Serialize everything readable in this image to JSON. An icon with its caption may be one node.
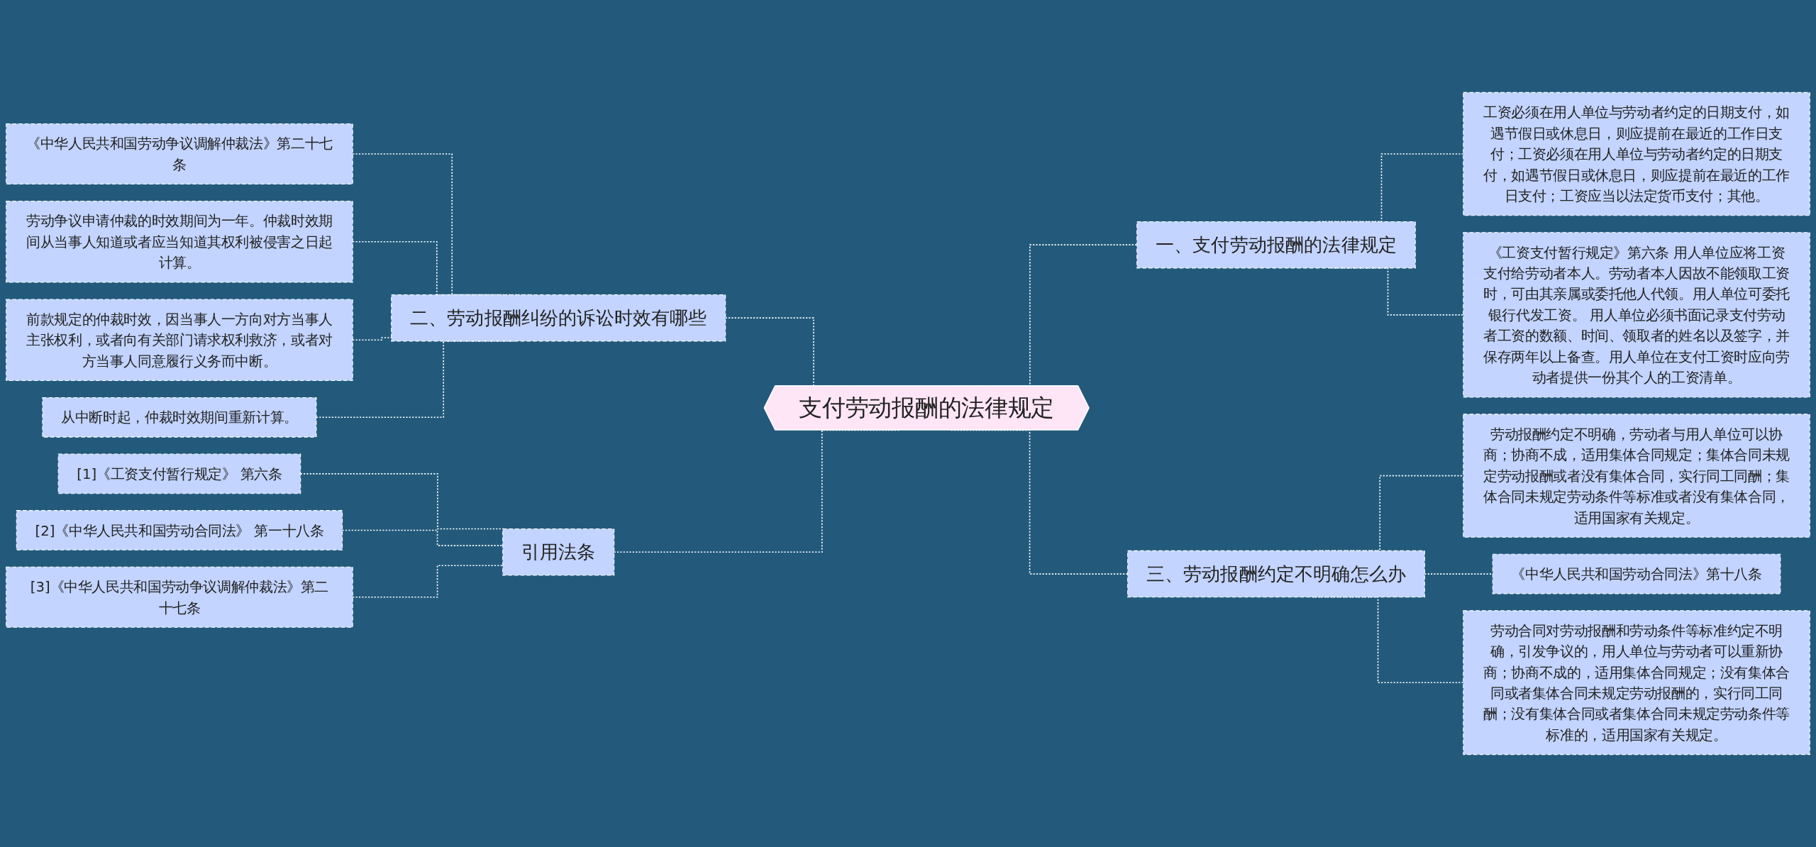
{
  "diagram": {
    "nodes": [
      {
        "text": [
          "支付劳动报酬的法律规定"
        ]
      },
      {
        "text": [
          "一、支付劳动报酬的法律规定"
        ]
      },
      {
        "text": [
          "工资必须在用人单位与劳动者约定的日期支付，如遇节假日或休息日，则应提前在最近的工作日支付；工资必须在用人单位与劳动者约定的日期支付，如遇节假日或休息日，则应提前在最近的工作日支付；工资应当以法定货币支付；其他。"
        ]
      },
      {
        "text": [
          "《工资支付暂行规定》第六条 用人单位应将工资支付给劳动者本人。劳动者本人因故不能领取工资时，可由其亲属或委托他人代领。用人单位可委托银行代发工资。 用人单位必须书面记录支付劳动者工资的数额、时间、领取者的姓名以及签字，并保存两年以上备查。用人单位在支付工资时应向劳动者提供一份其个人的工资清单。"
        ]
      },
      {
        "text": [
          "三、劳动报酬约定不明确怎么办"
        ]
      },
      {
        "text": [
          "劳动报酬约定不明确，劳动者与用人单位可以协商；协商不成，适用集体合同规定；集体合同未规定劳动报酬或者没有集体合同，实行同工同酬；集体合同未规定劳动条件等标准或者没有集体合同，适用国家有关规定。"
        ]
      },
      {
        "text": [
          "《中华人民共和国劳动合同法》第十八条"
        ]
      },
      {
        "text": [
          "劳动合同对劳动报酬和劳动条件等标准约定不明确，引发争议的，用人单位与劳动者可以重新协商；协商不成的，适用集体合同规定；没有集体合同或者集体合同未规定劳动报酬的，实行同工同酬；没有集体合同或者集体合同未规定劳动条件等标准的，适用国家有关规定。"
        ]
      },
      {
        "text": [
          "二、劳动报酬纠纷的诉讼时效有哪些"
        ]
      },
      {
        "text": [
          "《中华人民共和国劳动争议调解仲裁法》第二十七条"
        ]
      },
      {
        "text": [
          "劳动争议申请仲裁的时效期间为一年。仲裁时效期间从当事人知道或者应当知道其权利被侵害之日起计算。"
        ]
      },
      {
        "text": [
          "前款规定的仲裁时效，因当事人一方向对方当事人主张权利，或者向有关部门请求权利救济，或者对方当事人同意履行义务而中断。"
        ]
      },
      {
        "text": [
          "从中断时起，仲裁时效期间重新计算。"
        ]
      },
      {
        "text": [
          "引用法条"
        ]
      },
      {
        "text": [
          "[1]《工资支付暂行规定》 第六条"
        ]
      },
      {
        "text": [
          "[2]《中华人民共和国劳动合同法》 第一十八条"
        ]
      },
      {
        "text": [
          "[3]《中华人民共和国劳动争议调解仲裁法》第二十七条"
        ]
      }
    ],
    "edges": [
      {
        "from": 0,
        "to": 1,
        "arrow": "none",
        "style": "dashed"
      },
      {
        "from": 1,
        "to": 2,
        "arrow": "none",
        "style": "dashed"
      },
      {
        "from": 1,
        "to": 3,
        "arrow": "none",
        "style": "dashed"
      },
      {
        "from": 0,
        "to": 4,
        "arrow": "none",
        "style": "dashed"
      },
      {
        "from": 4,
        "to": 5,
        "arrow": "none",
        "style": "dashed"
      },
      {
        "from": 4,
        "to": 6,
        "arrow": "none",
        "style": "dashed"
      },
      {
        "from": 4,
        "to": 7,
        "arrow": "none",
        "style": "dashed"
      },
      {
        "from": 9,
        "to": 8,
        "arrow": "none",
        "style": "dashed"
      },
      {
        "from": 10,
        "to": 8,
        "arrow": "none",
        "style": "dashed"
      },
      {
        "from": 11,
        "to": 8,
        "arrow": "none",
        "style": "dashed"
      },
      {
        "from": 12,
        "to": 8,
        "arrow": "none",
        "style": "dashed"
      },
      {
        "from": 8,
        "to": 0,
        "arrow": "none",
        "style": "dashed"
      },
      {
        "from": 14,
        "to": 13,
        "arrow": "none",
        "style": "dashed"
      },
      {
        "from": 15,
        "to": 13,
        "arrow": "none",
        "style": "dashed"
      },
      {
        "from": 16,
        "to": 13,
        "arrow": "none",
        "style": "dashed"
      },
      {
        "from": 13,
        "to": 0,
        "arrow": "none",
        "style": "dashed"
      }
    ]
  }
}
